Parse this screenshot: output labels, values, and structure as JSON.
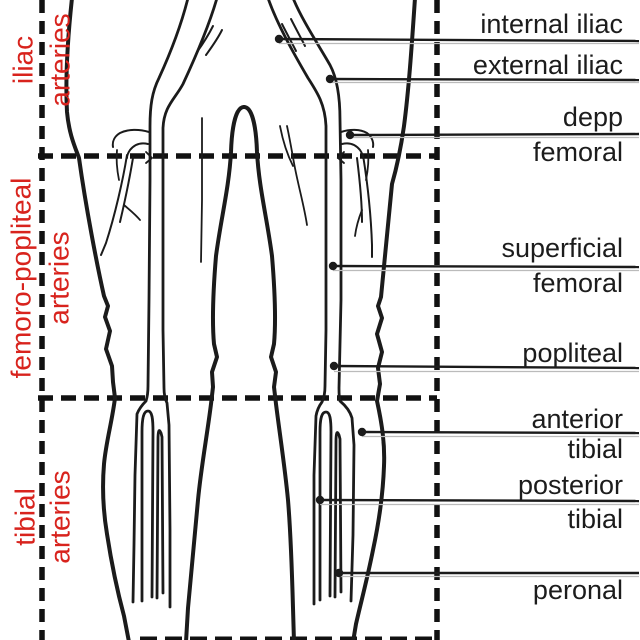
{
  "figure": {
    "kind": "lower-limb artery segment diagram",
    "region_labels": [
      {
        "line1": "iliac",
        "line2": "arteries"
      },
      {
        "line1": "femoro-popliteal",
        "line2": "arteries"
      },
      {
        "line1": "tibial",
        "line2": "arteries"
      }
    ],
    "artery_callouts": [
      {
        "line1": "internal iliac"
      },
      {
        "line1": "external iliac"
      },
      {
        "line1": "depp",
        "line2": "femoral"
      },
      {
        "line1": "superficial",
        "line2": "femoral"
      },
      {
        "line1": "popliteal"
      },
      {
        "line1": "anterior",
        "line2": "tibial"
      },
      {
        "line1": "posterior",
        "line2": "tibial"
      },
      {
        "line1": "peronal"
      }
    ],
    "colors": {
      "region_label_red": "#d8231d",
      "line_art": "#1b1b1b",
      "callout_text": "#1c1c1c",
      "background": "#ffffff"
    }
  }
}
